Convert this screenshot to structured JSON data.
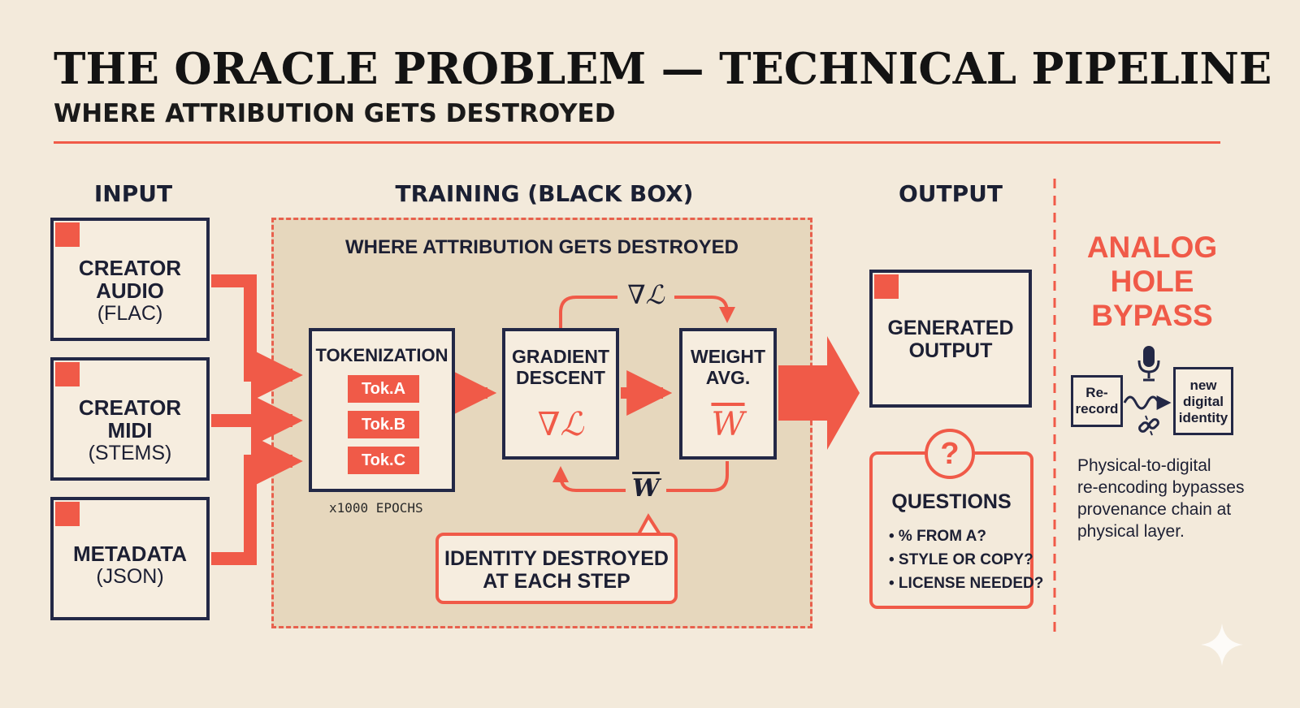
{
  "header": {
    "title": "THE ORACLE PROBLEM — TECHNICAL PIPELINE",
    "subtitle": "WHERE ATTRIBUTION GETS DESTROYED"
  },
  "columns": {
    "input": "INPUT",
    "training": "TRAINING (BLACK BOX)",
    "output": "OUTPUT"
  },
  "inputs": [
    {
      "line1": "CREATOR",
      "line2": "AUDIO",
      "line3": "(FLAC)"
    },
    {
      "line1": "CREATOR",
      "line2": "MIDI",
      "line3": "(STEMS)"
    },
    {
      "line1": "METADATA",
      "line2": "(JSON)"
    }
  ],
  "training": {
    "note": "WHERE ATTRIBUTION GETS DESTROYED",
    "tokenization": {
      "label": "TOKENIZATION",
      "tokens": [
        "Tok.A",
        "Tok.B",
        "Tok.C"
      ]
    },
    "epochs": "x1000 EPOCHS",
    "gradient": {
      "line1": "GRADIENT",
      "line2": "DESCENT",
      "symbol": "∇ℒ"
    },
    "weight": {
      "line1": "WEIGHT",
      "line2": "AVG.",
      "symbol": "W"
    },
    "loop_top": "∇ℒ",
    "loop_bottom": "W",
    "identity": {
      "line1": "IDENTITY DESTROYED",
      "line2": "AT EACH STEP"
    }
  },
  "output": {
    "line1": "GENERATED",
    "line2": "OUTPUT",
    "questions": {
      "symbol": "?",
      "title": "QUESTIONS",
      "items": [
        "• % FROM A?",
        "• STYLE OR COPY?",
        "• LICENSE NEEDED?"
      ]
    }
  },
  "analog": {
    "title_lines": [
      "ANALOG",
      "HOLE",
      "BYPASS"
    ],
    "rerecord": {
      "line1": "Re-",
      "line2": "record"
    },
    "new_identity": {
      "line1": "new",
      "line2": "digital",
      "line3": "identity"
    },
    "description": [
      "Physical-to-digital",
      "re-encoding bypasses",
      "provenance chain at",
      "physical layer."
    ]
  },
  "colors": {
    "accent": "#f05a48",
    "navy": "#232846",
    "background": "#f3eadb",
    "training_fill": "#e6d7bd"
  }
}
